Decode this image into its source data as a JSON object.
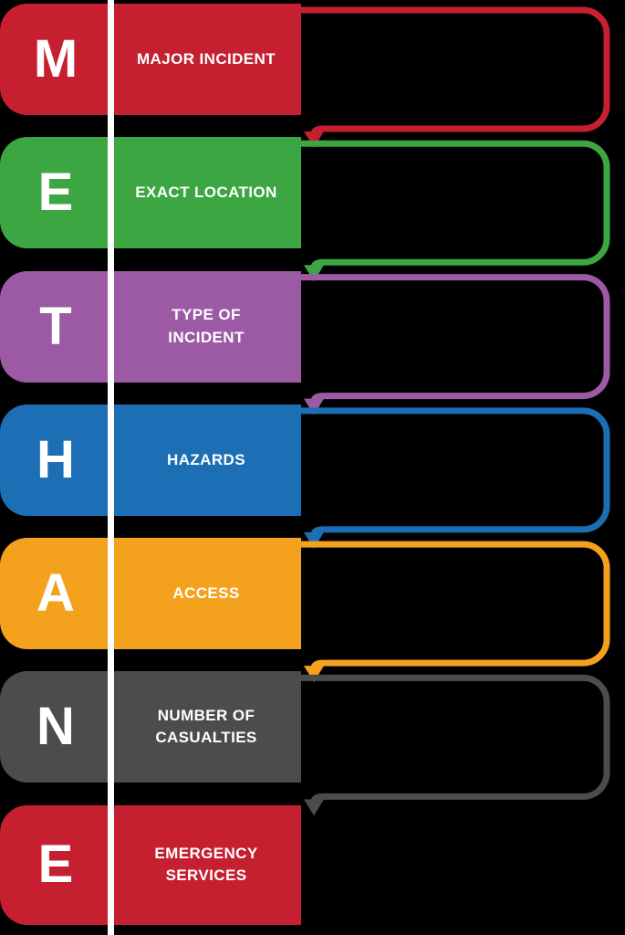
{
  "colors": {
    "background": "#000000",
    "divider": "#ffffff",
    "text": "#ffffff"
  },
  "rows": [
    {
      "letter": "M",
      "label": "MAJOR INCIDENT",
      "color": "#c51f30"
    },
    {
      "letter": "E",
      "label": "EXACT LOCATION",
      "color": "#3ca642"
    },
    {
      "letter": "T",
      "label": "TYPE OF INCIDENT",
      "color": "#9c5aa5"
    },
    {
      "letter": "H",
      "label": "HAZARDS",
      "color": "#1c6fb5"
    },
    {
      "letter": "A",
      "label": "ACCESS",
      "color": "#f4a11d"
    },
    {
      "letter": "N",
      "label": "NUMBER OF CASUALTIES",
      "color": "#4c4c4c"
    },
    {
      "letter": "E",
      "label": "EMERGENCY SERVICES",
      "color": "#c51f30"
    }
  ]
}
